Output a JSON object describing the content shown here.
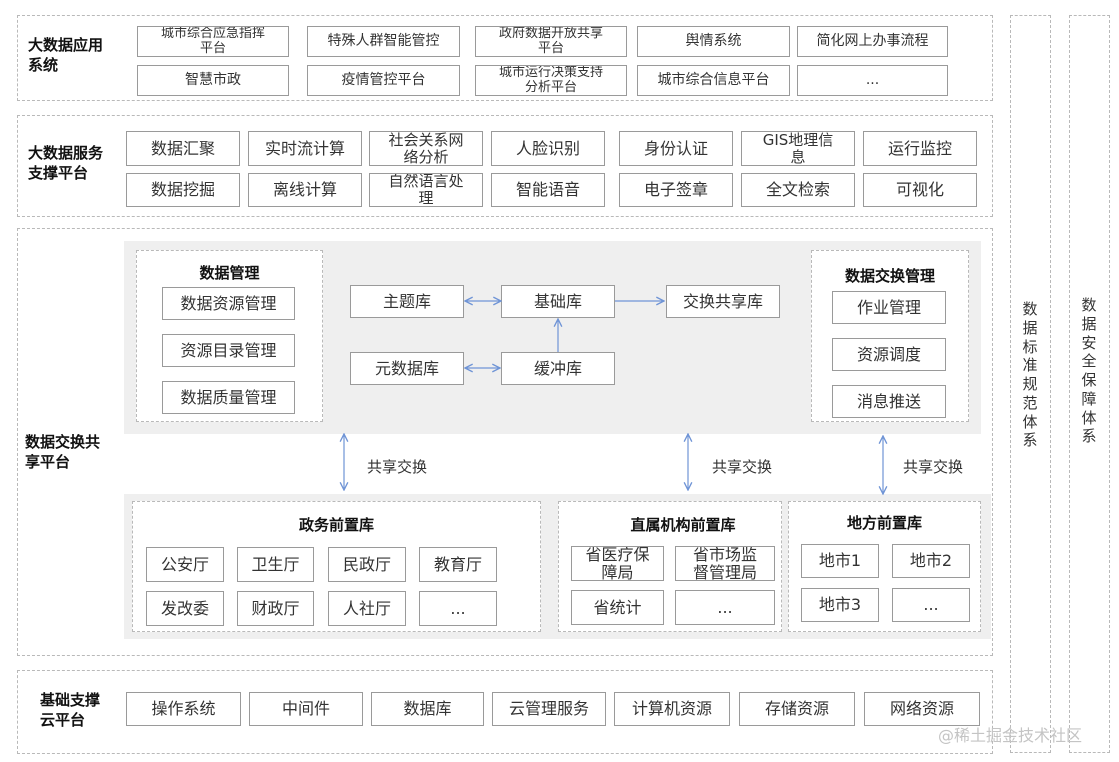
{
  "app_layer": {
    "label": "大数据应用\n系统",
    "items": [
      "城市综合应急指挥\n平台",
      "特殊人群智能管控",
      "政府数据开放共享\n平台",
      "舆情系统",
      "简化网上办事流程",
      "智慧市政",
      "疫情管控平台",
      "城市运行决策支持\n分析平台",
      "城市综合信息平台",
      "..."
    ]
  },
  "service_layer": {
    "label": "大数据服务\n支撑平台",
    "items": [
      "数据汇聚",
      "实时流计算",
      "社会关系网\n络分析",
      "人脸识别",
      "身份认证",
      "GIS地理信\n息",
      "运行监控",
      "数据挖掘",
      "离线计算",
      "自然语言处\n理",
      "智能语音",
      "电子签章",
      "全文检索",
      "可视化"
    ]
  },
  "exchange_layer": {
    "label": "数据交换共\n享平台",
    "data_mgmt": {
      "title": "数据管理",
      "items": [
        "数据资源管理",
        "资源目录管理",
        "数据质量管理"
      ]
    },
    "center": {
      "theme": "主题库",
      "base": "基础库",
      "share": "交换共享库",
      "meta": "元数据库",
      "buffer": "缓冲库"
    },
    "exchange_mgmt": {
      "title": "数据交换管理",
      "items": [
        "作业管理",
        "资源调度",
        "消息推送"
      ]
    },
    "share_exchange": [
      "共享交换",
      "共享交换",
      "共享交换"
    ],
    "gov": {
      "title": "政务前置库",
      "items": [
        "公安厅",
        "卫生厅",
        "民政厅",
        "教育厅",
        "发改委",
        "财政厅",
        "人社厅",
        "..."
      ]
    },
    "direct": {
      "title": "直属机构前置库",
      "items": [
        "省医疗保\n障局",
        "省市场监\n督管理局",
        "省统计",
        "..."
      ]
    },
    "local": {
      "title": "地方前置库",
      "items": [
        "地市1",
        "地市2",
        "地市3",
        "..."
      ]
    }
  },
  "infra_layer": {
    "label": "基础支撑\n云平台",
    "items": [
      "操作系统",
      "中间件",
      "数据库",
      "云管理服务",
      "计算机资源",
      "存储资源",
      "网络资源"
    ]
  },
  "side": {
    "standards": "数据标准规范体系",
    "security": "数据安全保障体系"
  },
  "watermark": "@稀土掘金技术社区",
  "colors": {
    "arrow": "#6f94d6",
    "border": "#9a9a9a",
    "dash": "#b9b9b9",
    "panel": "#efefef"
  }
}
